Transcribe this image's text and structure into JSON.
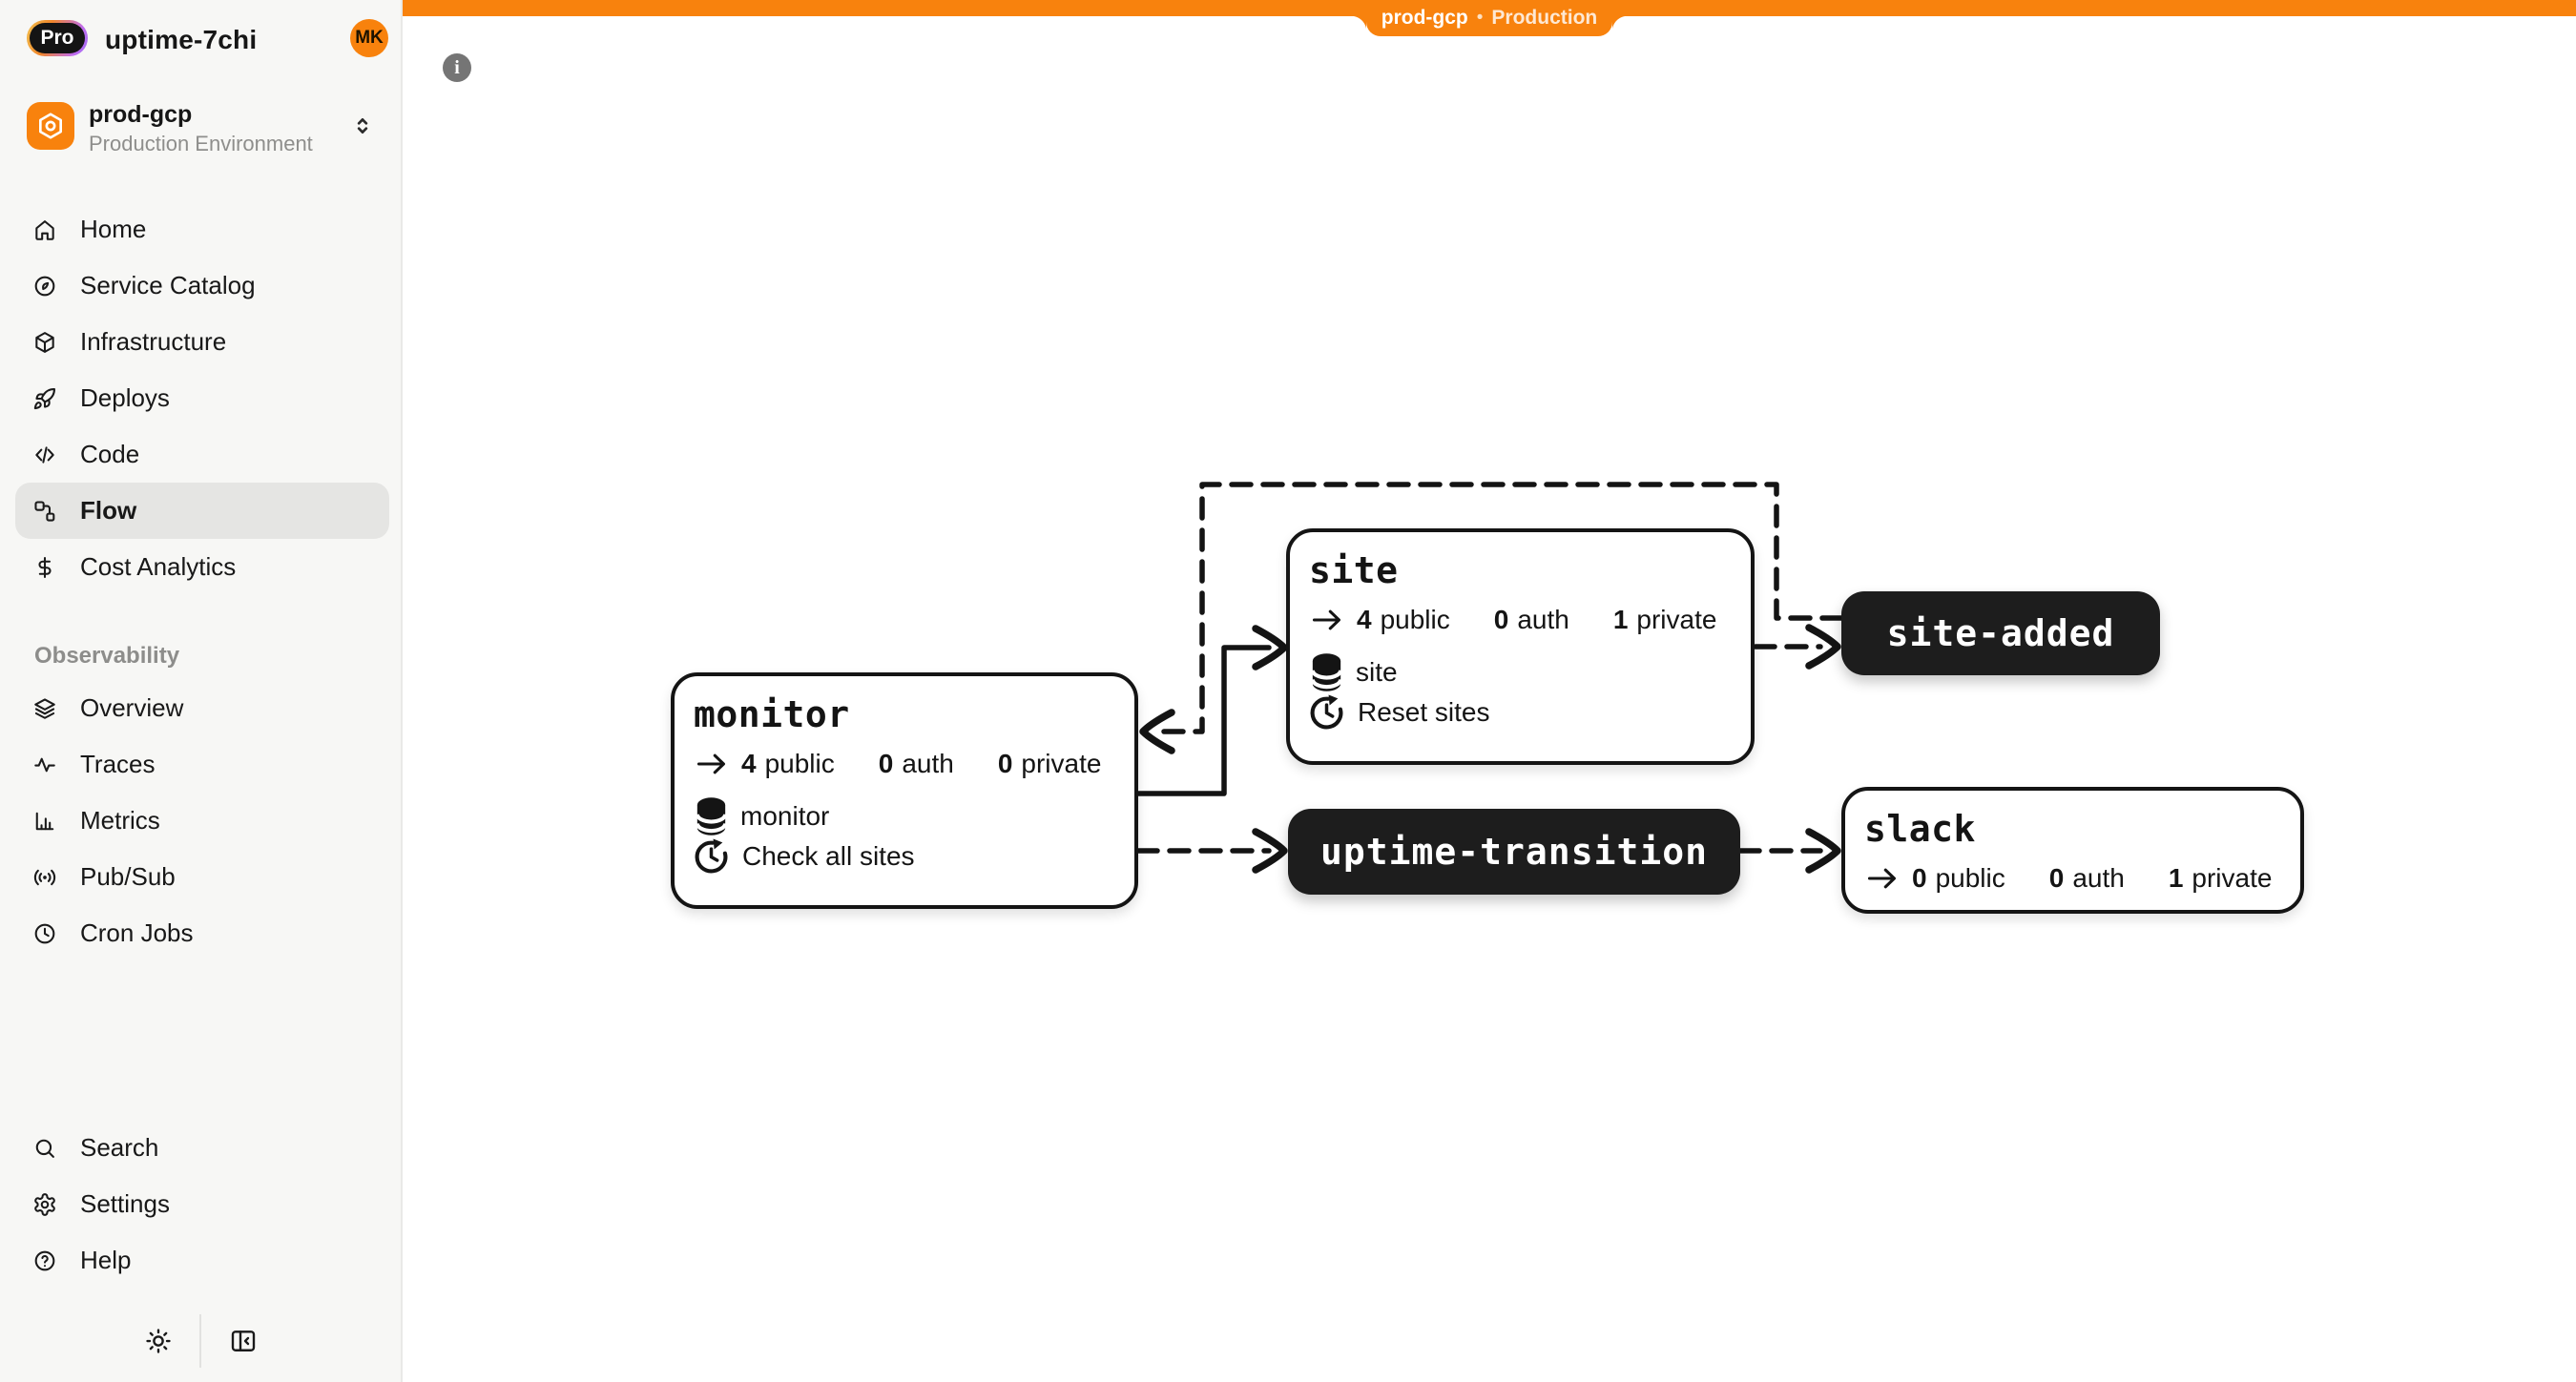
{
  "workspace": {
    "plan_badge": "Pro",
    "name": "uptime-7chi",
    "avatar_initials": "MK"
  },
  "environment": {
    "name": "prod-gcp",
    "type": "Production Environment"
  },
  "banner": {
    "app": "prod-gcp",
    "separator": "•",
    "env": "Production"
  },
  "sidebar": {
    "nav": [
      {
        "label": "Home"
      },
      {
        "label": "Service Catalog"
      },
      {
        "label": "Infrastructure"
      },
      {
        "label": "Deploys"
      },
      {
        "label": "Code"
      },
      {
        "label": "Flow"
      },
      {
        "label": "Cost Analytics"
      }
    ],
    "section_label": "Observability",
    "observability": [
      {
        "label": "Overview"
      },
      {
        "label": "Traces"
      },
      {
        "label": "Metrics"
      },
      {
        "label": "Pub/Sub"
      },
      {
        "label": "Cron Jobs"
      }
    ],
    "footer": [
      {
        "label": "Search"
      },
      {
        "label": "Settings"
      },
      {
        "label": "Help"
      }
    ]
  },
  "canvas": {
    "info_glyph": "i"
  },
  "flow": {
    "labels": {
      "public": "public",
      "auth": "auth",
      "private": "private"
    },
    "services": {
      "monitor": {
        "title": "monitor",
        "public": "4",
        "auth": "0",
        "private": "0",
        "database": "monitor",
        "cron": "Check all sites"
      },
      "site": {
        "title": "site",
        "public": "4",
        "auth": "0",
        "private": "1",
        "database": "site",
        "cron": "Reset sites"
      },
      "slack": {
        "title": "slack",
        "public": "0",
        "auth": "0",
        "private": "1"
      }
    },
    "topics": {
      "site_added": "site-added",
      "uptime_transition": "uptime-transition"
    }
  },
  "colors": {
    "accent_orange": "#F8820D",
    "node_black": "#1D1D1D",
    "info_gray": "#757575"
  }
}
